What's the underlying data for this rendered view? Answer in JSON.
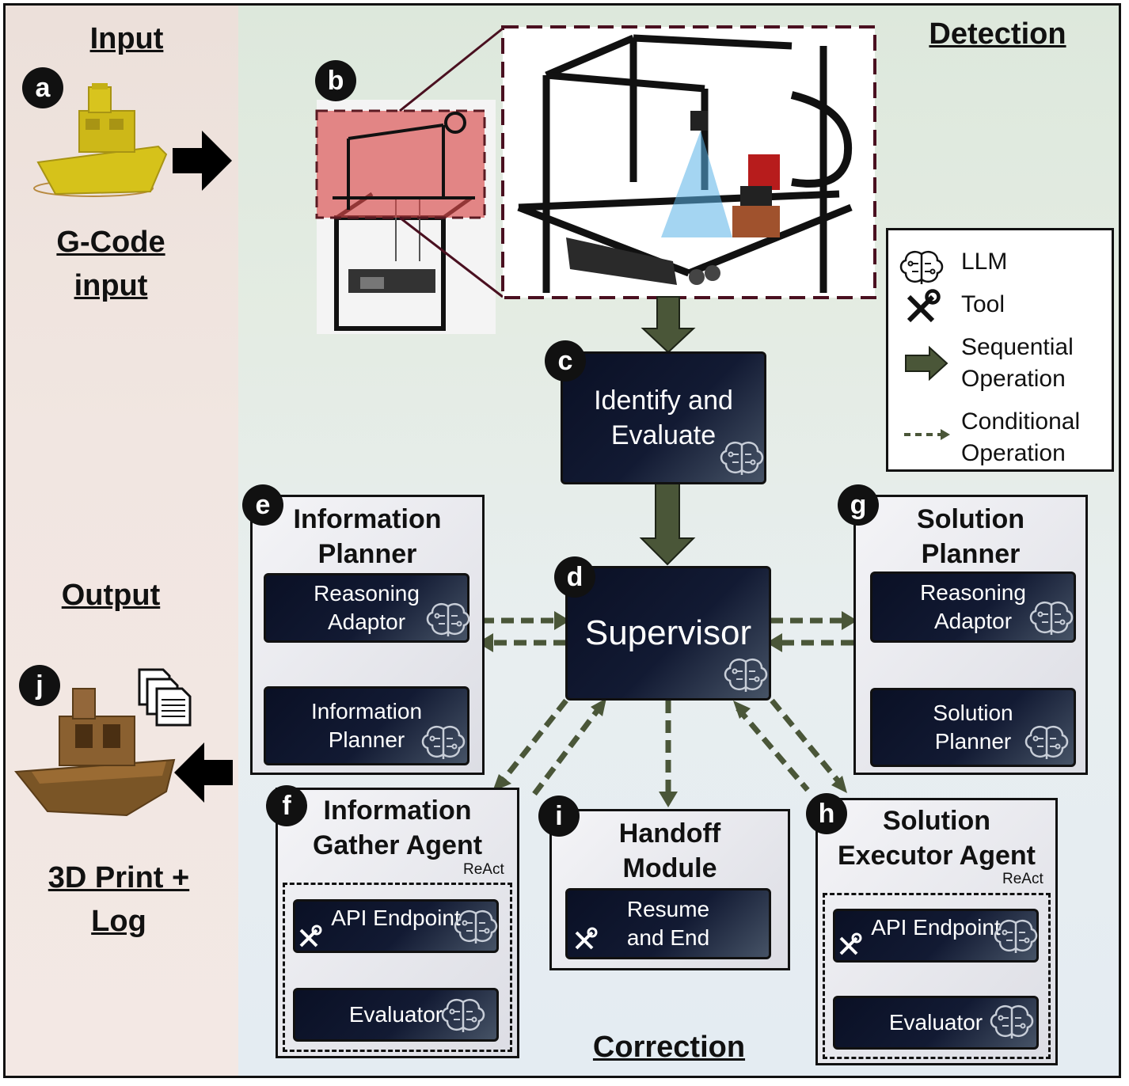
{
  "input": {
    "title": "Input",
    "badge": "a",
    "caption_line1": "G-Code",
    "caption_line2": "input"
  },
  "output": {
    "title": "Output",
    "badge": "j",
    "caption_line1": "3D Print +",
    "caption_line2": "Log"
  },
  "detection": {
    "title": "Detection",
    "badge": "b"
  },
  "correction": {
    "title": "Correction"
  },
  "nodes": {
    "identify": {
      "badge": "c",
      "label": "Identify and\nEvaluate"
    },
    "supervisor": {
      "badge": "d",
      "label": "Supervisor"
    },
    "info_planner": {
      "badge": "e",
      "title_line1": "Information",
      "title_line2": "Planner",
      "inner1": "Reasoning\nAdaptor",
      "inner2": "Information\nPlanner"
    },
    "info_gather": {
      "badge": "f",
      "title_line1": "Information",
      "title_line2": "Gather Agent",
      "react": "ReAct",
      "inner1": "API Endpoint",
      "inner2": "Evaluator"
    },
    "solution_planner": {
      "badge": "g",
      "title_line1": "Solution",
      "title_line2": "Planner",
      "inner1": "Reasoning\nAdaptor",
      "inner2": "Solution\nPlanner"
    },
    "solution_executor": {
      "badge": "h",
      "title_line1": "Solution",
      "title_line2": "Executor Agent",
      "react": "ReAct",
      "inner1": "API Endpoint",
      "inner2": "Evaluator"
    },
    "handoff": {
      "badge": "i",
      "title_line1": "Handoff",
      "title_line2": "Module",
      "inner1": "Resume\nand End"
    }
  },
  "legend": {
    "llm": "LLM",
    "tool": "Tool",
    "sequential_line1": "Sequential",
    "sequential_line2": "Operation",
    "conditional_line1": "Conditional",
    "conditional_line2": "Operation"
  },
  "colors": {
    "arrow": "#4a5638",
    "dark_box": "#0f1730",
    "highlight": "#d94a4a",
    "frame_dashed": "#5a1a22"
  },
  "icons": [
    "brain-llm-icon",
    "wrench-tool-icon",
    "documents-icon",
    "boat-yellow-image",
    "boat-brown-image",
    "printer-image"
  ]
}
